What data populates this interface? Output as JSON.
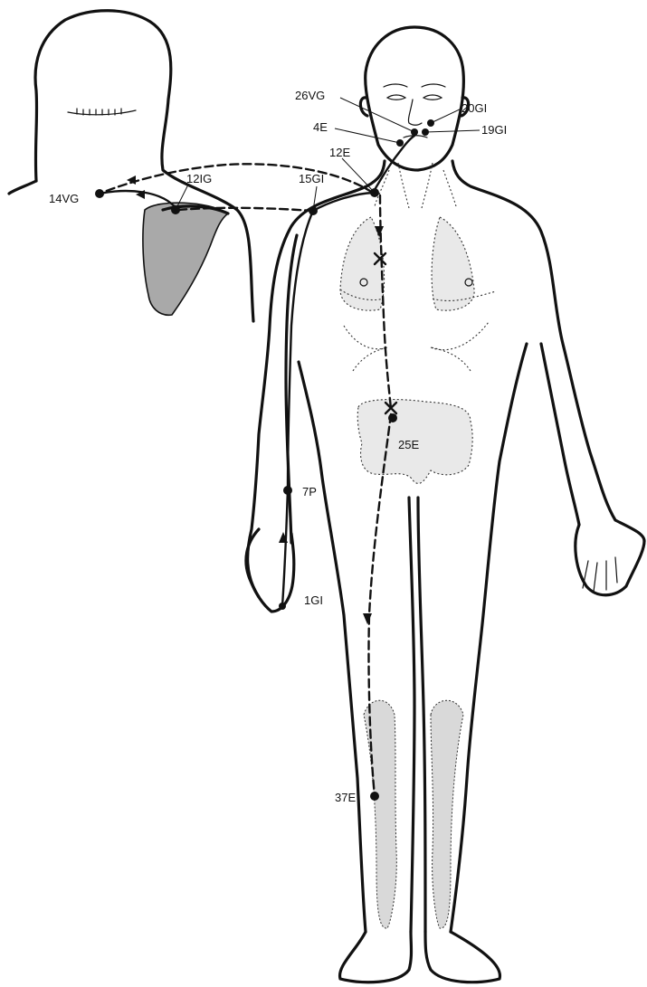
{
  "points": {
    "p14vg": "14VG",
    "p12ig": "12IG",
    "p15gi": "15GI",
    "p12e": "12E",
    "p26vg": "26VG",
    "p4e": "4E",
    "p20gi": "20GI",
    "p19gi": "19GI",
    "p25e": "25E",
    "p7p": "7P",
    "p1gi": "1GI",
    "p37e": "37E"
  },
  "colors": {
    "ink": "#111111",
    "shade": "#b9b9b9",
    "background": "#ffffff"
  }
}
